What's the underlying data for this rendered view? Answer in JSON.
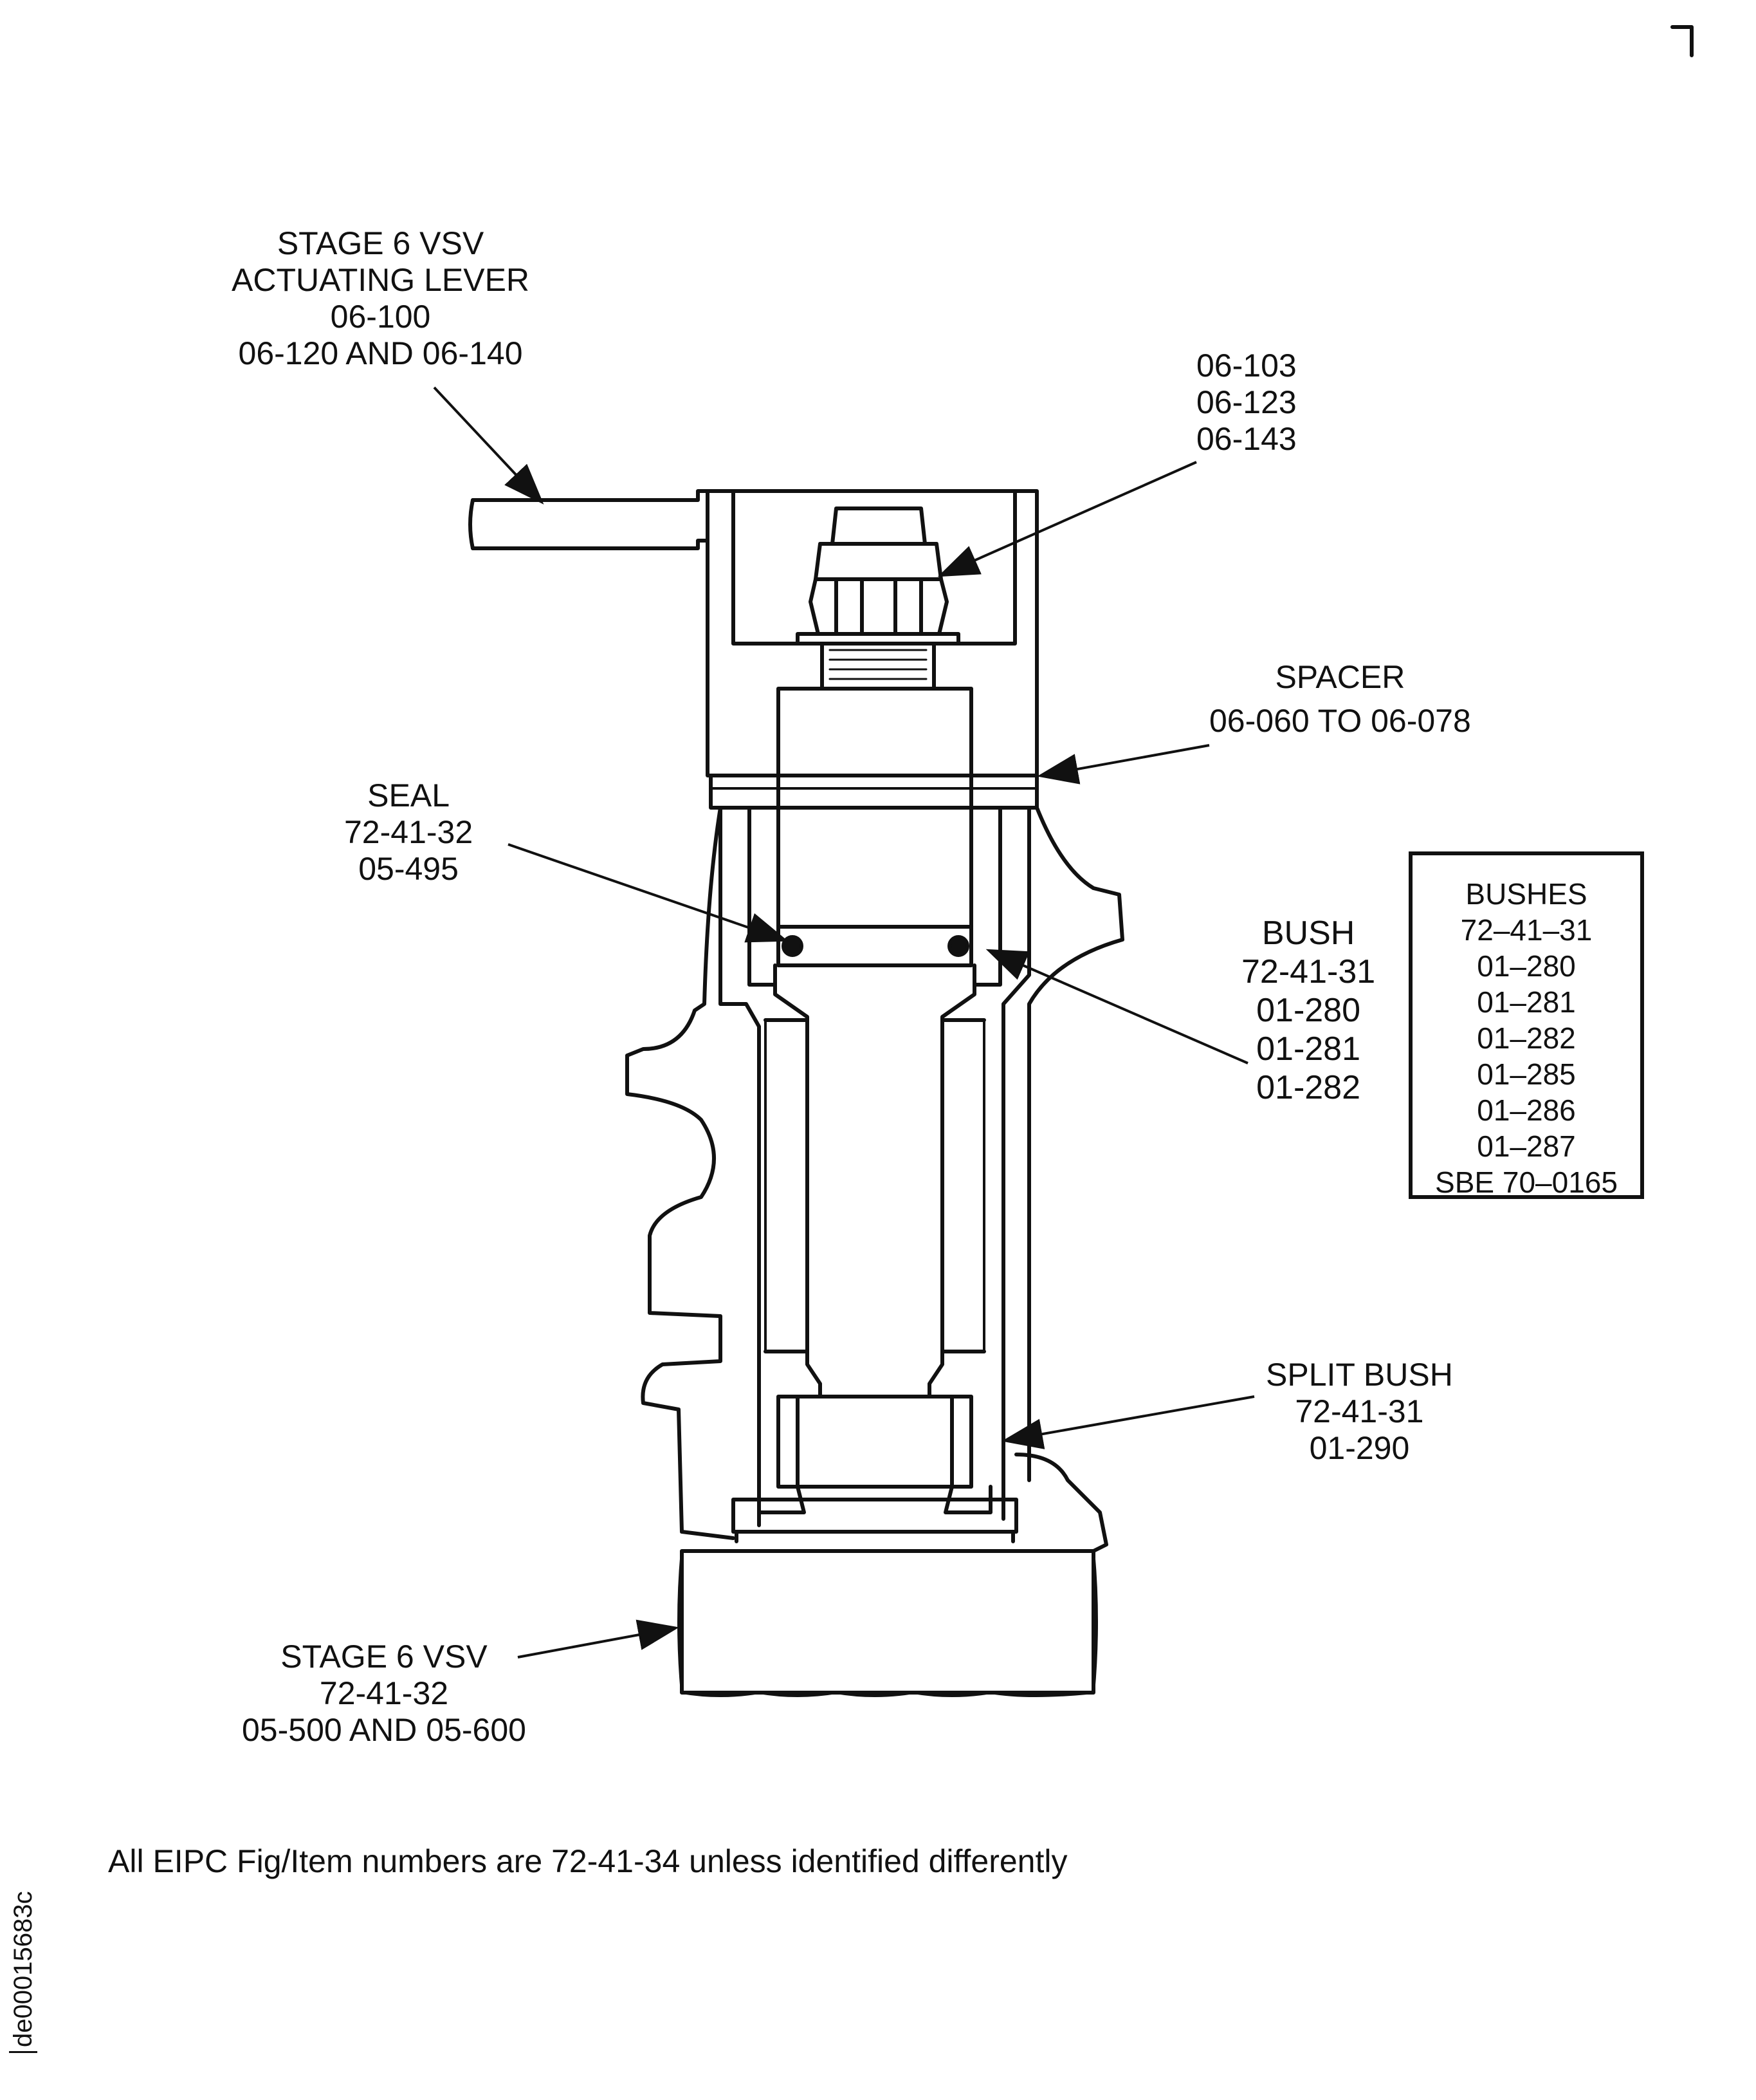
{
  "labels": {
    "actuating_lever": [
      "STAGE 6 VSV",
      "ACTUATING LEVER",
      "06-100",
      "06-120 AND 06-140"
    ],
    "nut": [
      "06-103",
      "06-123",
      "06-143"
    ],
    "spacer": [
      "SPACER",
      "06-060 TO 06-078"
    ],
    "seal": [
      "SEAL",
      "72-41-32",
      "05-495"
    ],
    "bush": [
      "BUSH",
      "72-41-31",
      "01-280",
      "01-281",
      "01-282"
    ],
    "split_bush": [
      "SPLIT BUSH",
      "72-41-31",
      "01-290"
    ],
    "stage6_vsv": [
      "STAGE 6 VSV",
      "72-41-32",
      "05-500 AND 05-600"
    ]
  },
  "bushes_box": [
    "BUSHES",
    "72–41–31",
    "01–280",
    "01–281",
    "01–282",
    "01–285",
    "01–286",
    "01–287",
    "SBE 70–0165"
  ],
  "footer_note": "All EIPC Fig/Item numbers are 72-41-34 unless identified differently",
  "drawing_id": "de00015683c",
  "colors": {
    "ink": "#111111",
    "paper": "#ffffff"
  }
}
